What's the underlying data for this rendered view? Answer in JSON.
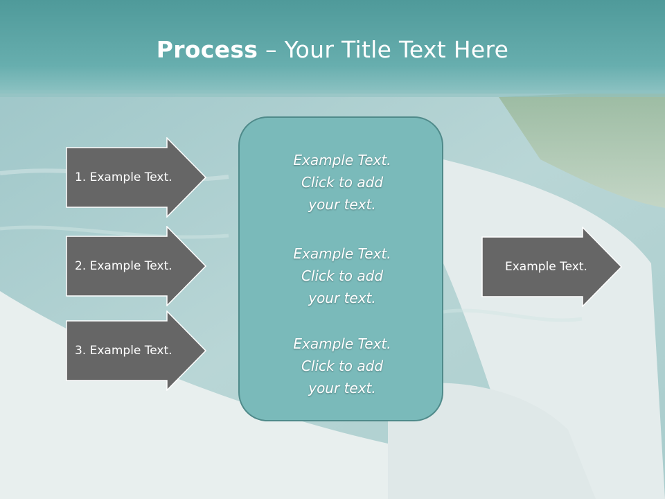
{
  "slide": {
    "title_strong": "Process",
    "title_rest": " – Your Title Text Here",
    "left_steps": [
      {
        "label": "1. Example Text."
      },
      {
        "label": "2. Example Text."
      },
      {
        "label": "3. Example Text."
      }
    ],
    "center_blocks": [
      {
        "text": "Example Text.\nClick  to add\nyour text."
      },
      {
        "text": "Example Text.\nClick  to add\nyour text."
      },
      {
        "text": "Example Text.\nClick  to add\nyour text."
      }
    ],
    "right_output": {
      "label": "Example Text."
    }
  },
  "colors": {
    "header_teal": "#5fa9a9",
    "arrow_fill": "#666666",
    "box_fill": "#7ababa",
    "box_border": "#4f8a8a"
  }
}
